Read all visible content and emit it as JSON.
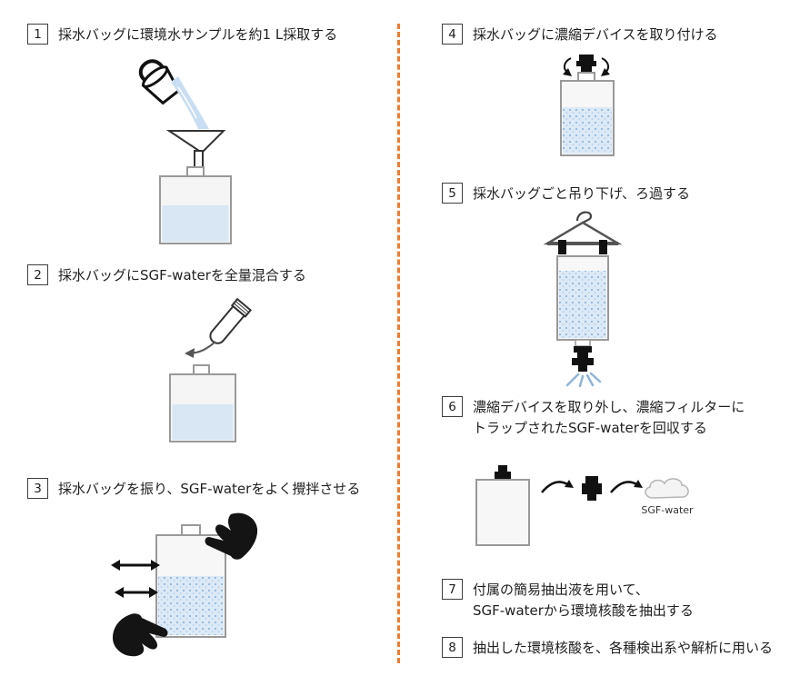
{
  "steps": [
    {
      "number": "1",
      "text": "採水バッグに環境水サンプルを約1 L採取する"
    },
    {
      "number": "2",
      "text": "採水バッグにSGF-waterを全量混合する"
    },
    {
      "number": "3",
      "text": "採水バッグを振り、SGF-waterをよく攪拌させる"
    },
    {
      "number": "4",
      "text": "採水バッグに濃縮デバイスを取り付ける"
    },
    {
      "number": "5",
      "text": "採水バッグごと吊り下げ、ろ過する"
    },
    {
      "number": "6",
      "text": "濃縮デバイスを取り外し、濃縮フィルターに\nトラップされたSGF-waterを回収する"
    },
    {
      "number": "7",
      "text": "付属の簡易抽出液を用いて、\nSGF-waterから環境核酸を抽出する"
    },
    {
      "number": "8",
      "text": "抽出した環境核酸を、各種検出系や解析に用いる"
    }
  ],
  "illustration_labels": {
    "sgf_water": "SGF-water"
  },
  "colors": {
    "divider_orange": "#ED7D31",
    "water_blue_light": "#D9E7F5",
    "water_dot_blue": "#90B8DE",
    "hand_black": "#141414"
  }
}
